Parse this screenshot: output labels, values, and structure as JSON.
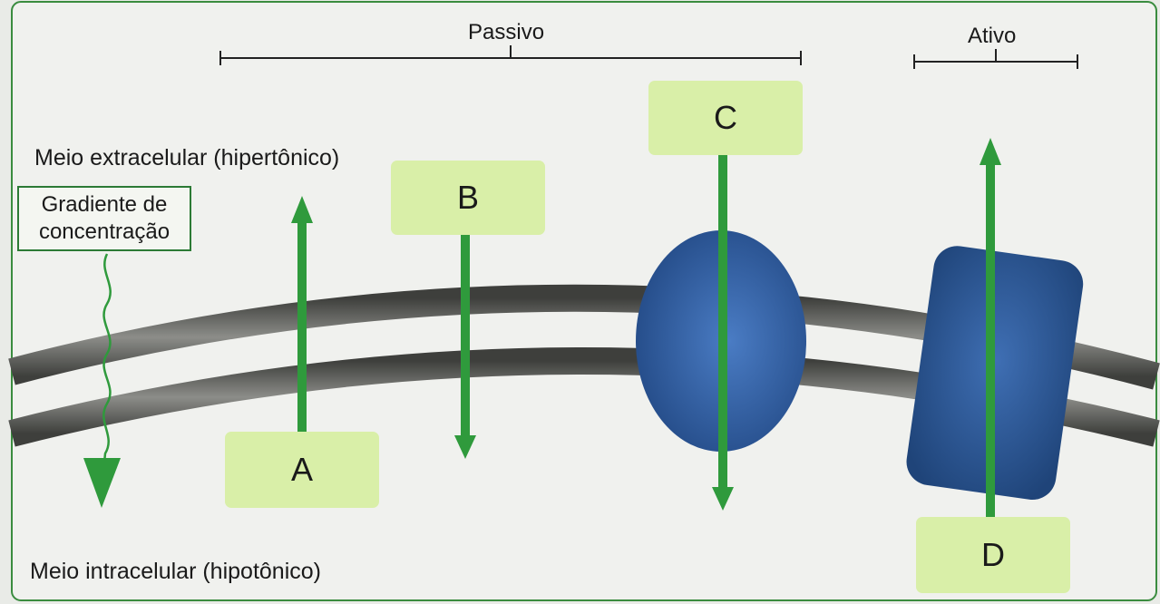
{
  "labels": {
    "passivo": "Passivo",
    "ativo": "Ativo",
    "meio_extracelular": "Meio extracelular (hipertônico)",
    "meio_intracelular": "Meio intracelular (hipotônico)",
    "gradiente_line1": "Gradiente de",
    "gradiente_line2": "concentração"
  },
  "boxes": {
    "a": "A",
    "b": "B",
    "c": "C",
    "d": "D"
  },
  "colors": {
    "arrow": "#2f9a3c",
    "label_box": "#d9efa8",
    "protein": "#2f5a9c",
    "membrane": "#5f605d"
  }
}
